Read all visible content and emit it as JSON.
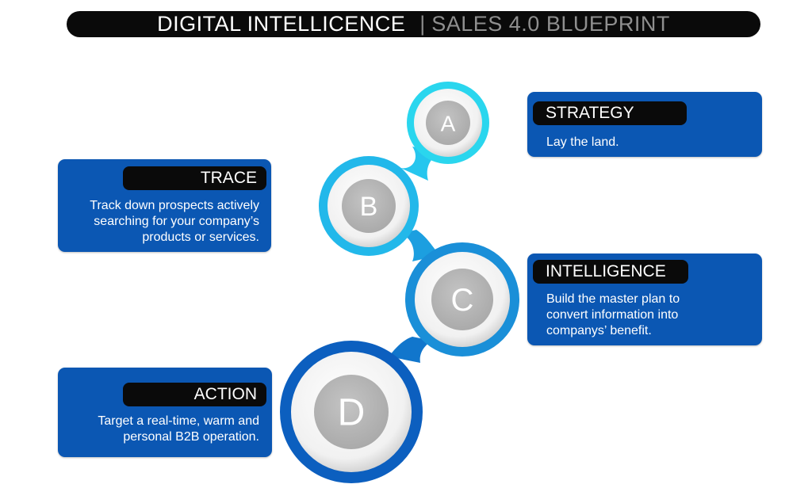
{
  "header": {
    "title": "DIGITAL INTELLICENCE",
    "separator": "|",
    "subtitle": "SALES 4.0 BLUEPRINT"
  },
  "nodes": [
    {
      "letter": "A",
      "color": "#2ad6ee"
    },
    {
      "letter": "B",
      "color": "#22b8ea"
    },
    {
      "letter": "C",
      "color": "#1a8fd8"
    },
    {
      "letter": "D",
      "color": "#0c5fbf"
    }
  ],
  "cards": {
    "strategy": {
      "title": "STRATEGY",
      "text": "Lay the land."
    },
    "trace": {
      "title": "TRACE",
      "lines": [
        "Track down prospects actively",
        "searching for your company’s",
        "products or services."
      ]
    },
    "intelligence": {
      "title": "INTELLIGENCE",
      "lines": [
        "Build the master plan to",
        "convert information into",
        "companys’ benefit."
      ]
    },
    "action": {
      "title": "ACTION",
      "lines": [
        "Target a real-time, warm and",
        "personal B2B operation."
      ]
    }
  },
  "colors": {
    "card_blue": "#0b57b3",
    "pill_black": "#0a0a0a",
    "node_gray": "#b4b4b4"
  }
}
